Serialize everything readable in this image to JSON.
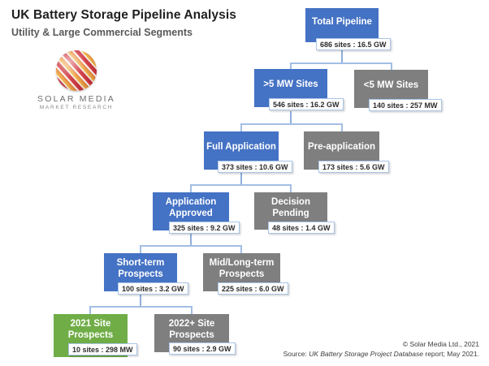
{
  "header": {
    "title": "UK Battery Storage Pipeline Analysis",
    "subtitle": "Utility & Large Commercial Segments"
  },
  "logo": {
    "brand": "SOLAR MEDIA",
    "tagline": "MARKET RESEARCH"
  },
  "colors": {
    "blue": "#4472C4",
    "gray": "#7F7F7F",
    "green": "#70AD47",
    "connector": "#A3BEE4",
    "stub": "#8FAFDC",
    "stat-border": "#A9C5E8",
    "title": "#1F1F1F",
    "subtitle": "#595959"
  },
  "tree": {
    "nodes": [
      {
        "id": "total-pipeline",
        "title": "Total Pipeline",
        "stat": "686 sites : 16.5 GW",
        "variant": "blue"
      },
      {
        "id": "gt5mw-sites",
        "title": ">5 MW Sites",
        "stat": "546 sites : 16.2 GW",
        "variant": "blue"
      },
      {
        "id": "lt5mw-sites",
        "title": "<5 MW Sites",
        "stat": "140 sites : 257 MW",
        "variant": "gray"
      },
      {
        "id": "full-application",
        "title": "Full Application",
        "stat": "373 sites : 10.6 GW",
        "variant": "blue"
      },
      {
        "id": "pre-application",
        "title": "Pre-application",
        "stat": "173 sites : 5.6 GW",
        "variant": "gray"
      },
      {
        "id": "application-approved",
        "title": "Application Approved",
        "stat": "325 sites : 9.2 GW",
        "variant": "blue"
      },
      {
        "id": "decision-pending",
        "title": "Decision Pending",
        "stat": "48 sites : 1.4 GW",
        "variant": "gray"
      },
      {
        "id": "short-term-prospects",
        "title": "Short-term Prospects",
        "stat": "100 sites : 3.2 GW",
        "variant": "blue"
      },
      {
        "id": "mid-long-prospects",
        "title": "Mid/Long-term Prospects",
        "stat": "225 sites : 6.0 GW",
        "variant": "gray"
      },
      {
        "id": "2021-site-prospects",
        "title": "2021 Site Prospects",
        "stat": "10 sites : 298 MW",
        "variant": "green"
      },
      {
        "id": "2022-site-prospects",
        "title": "2022+ Site Prospects",
        "stat": "90 sites : 2.9 GW",
        "variant": "gray"
      }
    ]
  },
  "footer": {
    "copyright": "© Solar Media Ltd., 2021",
    "source_prefix": "Source: ",
    "source_title": "UK Battery Storage Project Database",
    "source_suffix": " report; May 2021."
  }
}
